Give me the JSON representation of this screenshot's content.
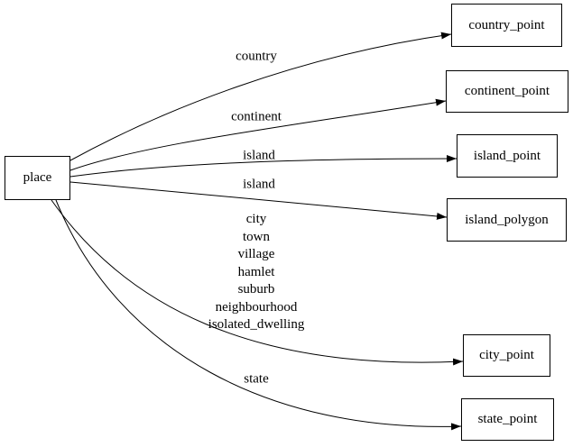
{
  "diagram": {
    "type": "directed-graph",
    "colors": {
      "background": "#ffffff",
      "node_border": "#000000",
      "edge_stroke": "#000000",
      "text": "#000000"
    },
    "nodes": [
      {
        "id": "place",
        "label": "place"
      },
      {
        "id": "country_point",
        "label": "country_point"
      },
      {
        "id": "continent_point",
        "label": "continent_point"
      },
      {
        "id": "island_point",
        "label": "island_point"
      },
      {
        "id": "island_polygon",
        "label": "island_polygon"
      },
      {
        "id": "city_point",
        "label": "city_point"
      },
      {
        "id": "state_point",
        "label": "state_point"
      }
    ],
    "edges": [
      {
        "from": "place",
        "to": "country_point",
        "label": "country"
      },
      {
        "from": "place",
        "to": "continent_point",
        "label": "continent"
      },
      {
        "from": "place",
        "to": "island_point",
        "label": "island"
      },
      {
        "from": "place",
        "to": "island_polygon",
        "label": "island"
      },
      {
        "from": "place",
        "to": "city_point",
        "label": "city\ntown\nvillage\nhamlet\nsuburb\nneighbourhood\nisolated_dwelling"
      },
      {
        "from": "place",
        "to": "state_point",
        "label": "state"
      }
    ]
  }
}
